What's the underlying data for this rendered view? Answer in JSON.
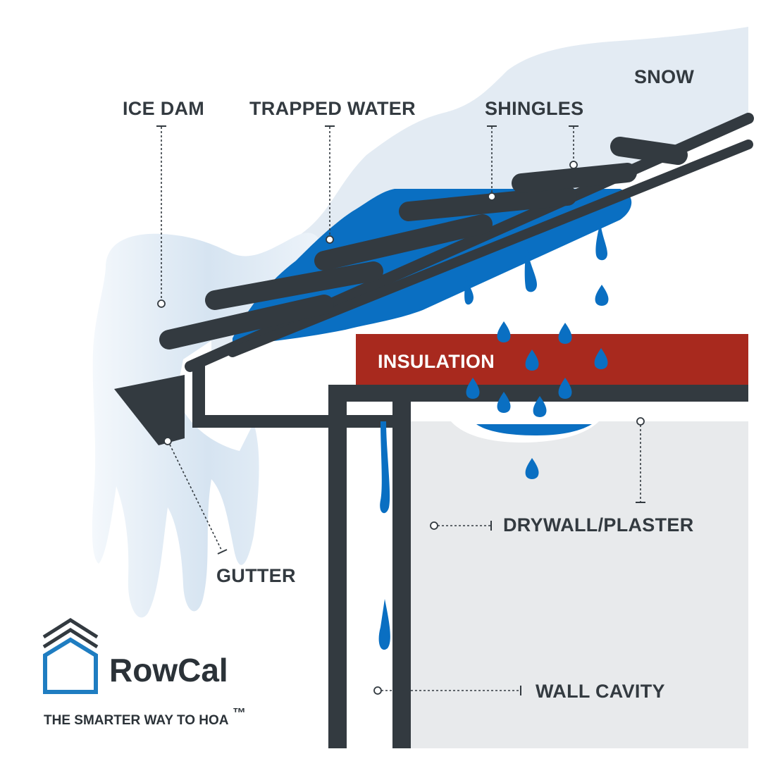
{
  "labels": {
    "snow": "SNOW",
    "ice_dam": "ICE DAM",
    "trapped_water": "TRAPPED WATER",
    "shingles": "SHINGLES",
    "insulation": "INSULATION",
    "gutter": "GUTTER",
    "drywall": "DRYWALL/PLASTER",
    "wall_cavity": "WALL CAVITY"
  },
  "brand": {
    "name": "RowCal",
    "tagline": "THE SMARTER WAY TO HOA",
    "trademark": "™"
  },
  "colors": {
    "snow": "#e3ebf3",
    "ice": "#c9ddef",
    "water": "#0a6fc2",
    "insulation": "#a8291e",
    "structure": "#333a40",
    "drywall": "#e8eaec",
    "brand_blue": "#1f7dc1"
  }
}
